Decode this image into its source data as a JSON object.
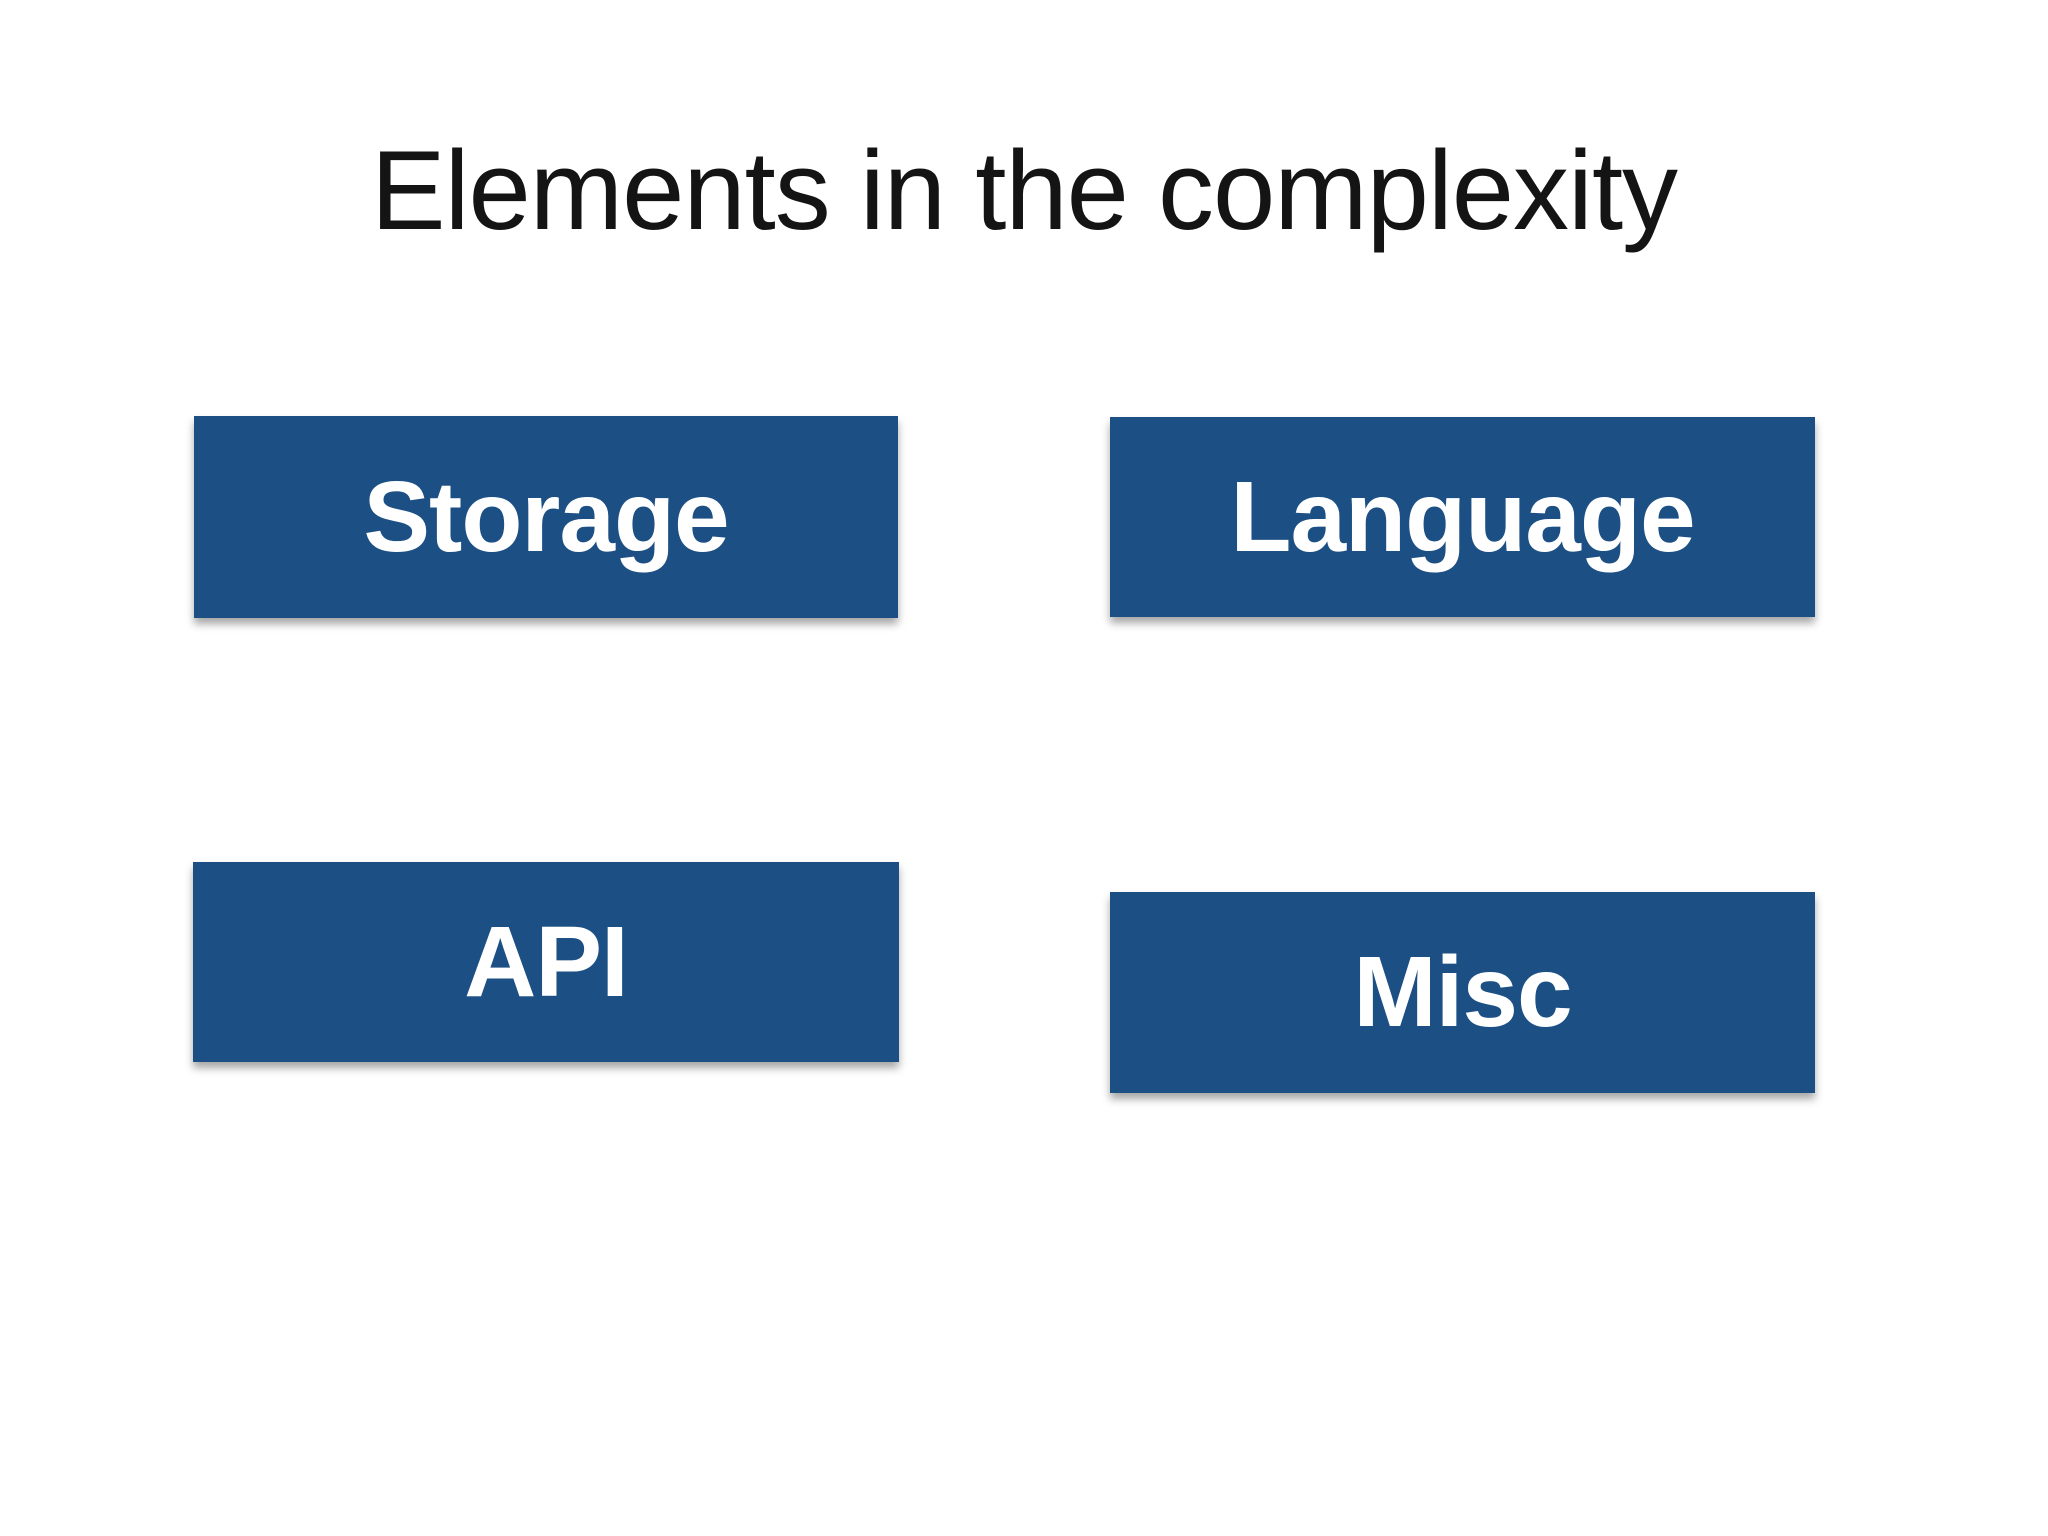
{
  "slide": {
    "title": "Elements in the complexity",
    "boxes": [
      {
        "label": "Storage"
      },
      {
        "label": "Language"
      },
      {
        "label": "API"
      },
      {
        "label": "Misc"
      }
    ],
    "colors": {
      "box_fill": "#1c4f84",
      "box_text": "#ffffff",
      "title_text": "#141414",
      "background": "#ffffff"
    }
  }
}
